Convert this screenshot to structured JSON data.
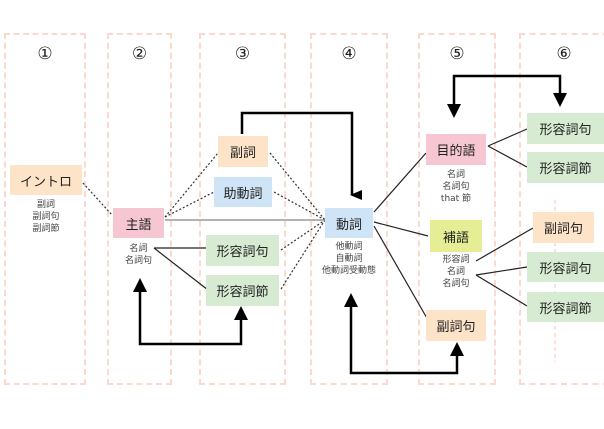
{
  "columns": [
    {
      "number": "①"
    },
    {
      "number": "②"
    },
    {
      "number": "③"
    },
    {
      "number": "④"
    },
    {
      "number": "⑤"
    },
    {
      "number": "⑥"
    }
  ],
  "nodes": {
    "intro": {
      "label": "イントロ",
      "sub": [
        "副詞",
        "副詞句",
        "副詞節"
      ]
    },
    "subject": {
      "label": "主語",
      "sub": [
        "名詞",
        "名詞句"
      ]
    },
    "adverb": {
      "label": "副詞"
    },
    "auxiliary": {
      "label": "助動詞"
    },
    "adj_phrase_3": {
      "label": "形容詞句"
    },
    "adj_clause_3": {
      "label": "形容詞節"
    },
    "verb": {
      "label": "動詞",
      "sub": [
        "他動詞",
        "自動詞",
        "他動詞受動態"
      ]
    },
    "object": {
      "label": "目的語",
      "sub": [
        "名詞",
        "名詞句",
        "that 節"
      ]
    },
    "complement": {
      "label": "補語",
      "sub": [
        "形容詞",
        "名詞",
        "名詞句"
      ]
    },
    "adverb_phrase_5": {
      "label": "副詞句"
    },
    "adj_phrase_6a": {
      "label": "形容詞句"
    },
    "adj_clause_6a": {
      "label": "形容詞節"
    },
    "adverb_phrase_6": {
      "label": "副詞句"
    },
    "adj_phrase_6b": {
      "label": "形容詞句"
    },
    "adj_clause_6b": {
      "label": "形容詞節"
    }
  },
  "colors": {
    "column_border": "#fbd9cc",
    "peach": "#fde3c8",
    "pink": "#f6c7d2",
    "blue": "#cfe5f7",
    "green": "#d7ebd3",
    "lime": "#e6ee95"
  }
}
